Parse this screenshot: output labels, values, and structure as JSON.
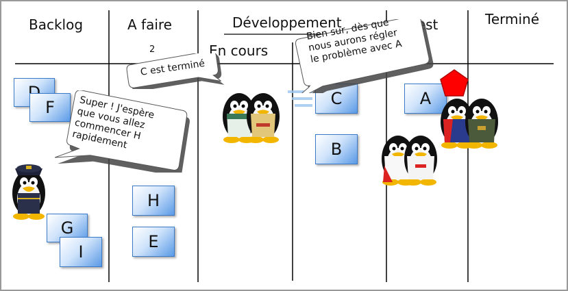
{
  "columns": [
    {
      "label": "Backlog"
    },
    {
      "label": "A faire",
      "wip": "2"
    },
    {
      "label": "Développement",
      "sub": "En cours"
    },
    {
      "label": "Test"
    },
    {
      "label": "Terminé"
    }
  ],
  "cards": {
    "d": "D",
    "f": "F",
    "g": "G",
    "i": "I",
    "h": "H",
    "e": "E",
    "c": "C",
    "b": "B",
    "a": "A"
  },
  "bubbles": {
    "left": "Super ! J'espère\nque vous allez\ncommencer H\nrapidement",
    "middle": "C est terminé",
    "right": "Bien sur, dès que\nnous aurons régler\nle problème avec A"
  },
  "colors": {
    "grid": "#000000",
    "card_light": "#ffffff",
    "card_dark": "#5a9ae6",
    "stop_sign": "#ff0000"
  }
}
